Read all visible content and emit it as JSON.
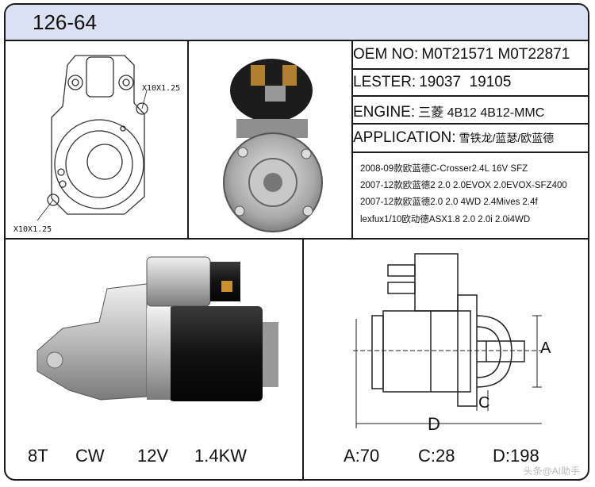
{
  "model": "126-64",
  "specs": {
    "oem_label": "OEM NO:",
    "oem_values": "M0T21571 M0T22871",
    "lester_label": "LESTER:",
    "lester_values": "19037  19105",
    "engine_label": "ENGINE:",
    "engine_values": "三菱 4B12 4B12-MMC",
    "application_label": "APPLICATION:",
    "application_values": "雪铁龙/蓝瑟/欧蓝德"
  },
  "applications": [
    "2008-09款欧蓝德C-Crosser2.4L 16V SFZ",
    "2007-12款欧蓝德2 2.0 2.0EVOX 2.0EVOX-SFZ400",
    "2007-12款欧蓝德2.0 2.0 4WD 2.4Mives 2.4f",
    "lexfux1/10欧动德ASX1.8 2.0 2.0i 2.0i4WD"
  ],
  "drawing_labels": {
    "bolt_top": "X10X1.25",
    "bolt_bottom": "X10X1.25",
    "dim_a": "A",
    "dim_c": "C",
    "dim_d": "D"
  },
  "electrical": {
    "teeth": "8T",
    "rotation": "CW",
    "voltage": "12V",
    "power": "1.4KW"
  },
  "dimensions": {
    "a": "A:70",
    "c": "C:28",
    "d": "D:198"
  },
  "watermark": "头条@AI助手"
}
